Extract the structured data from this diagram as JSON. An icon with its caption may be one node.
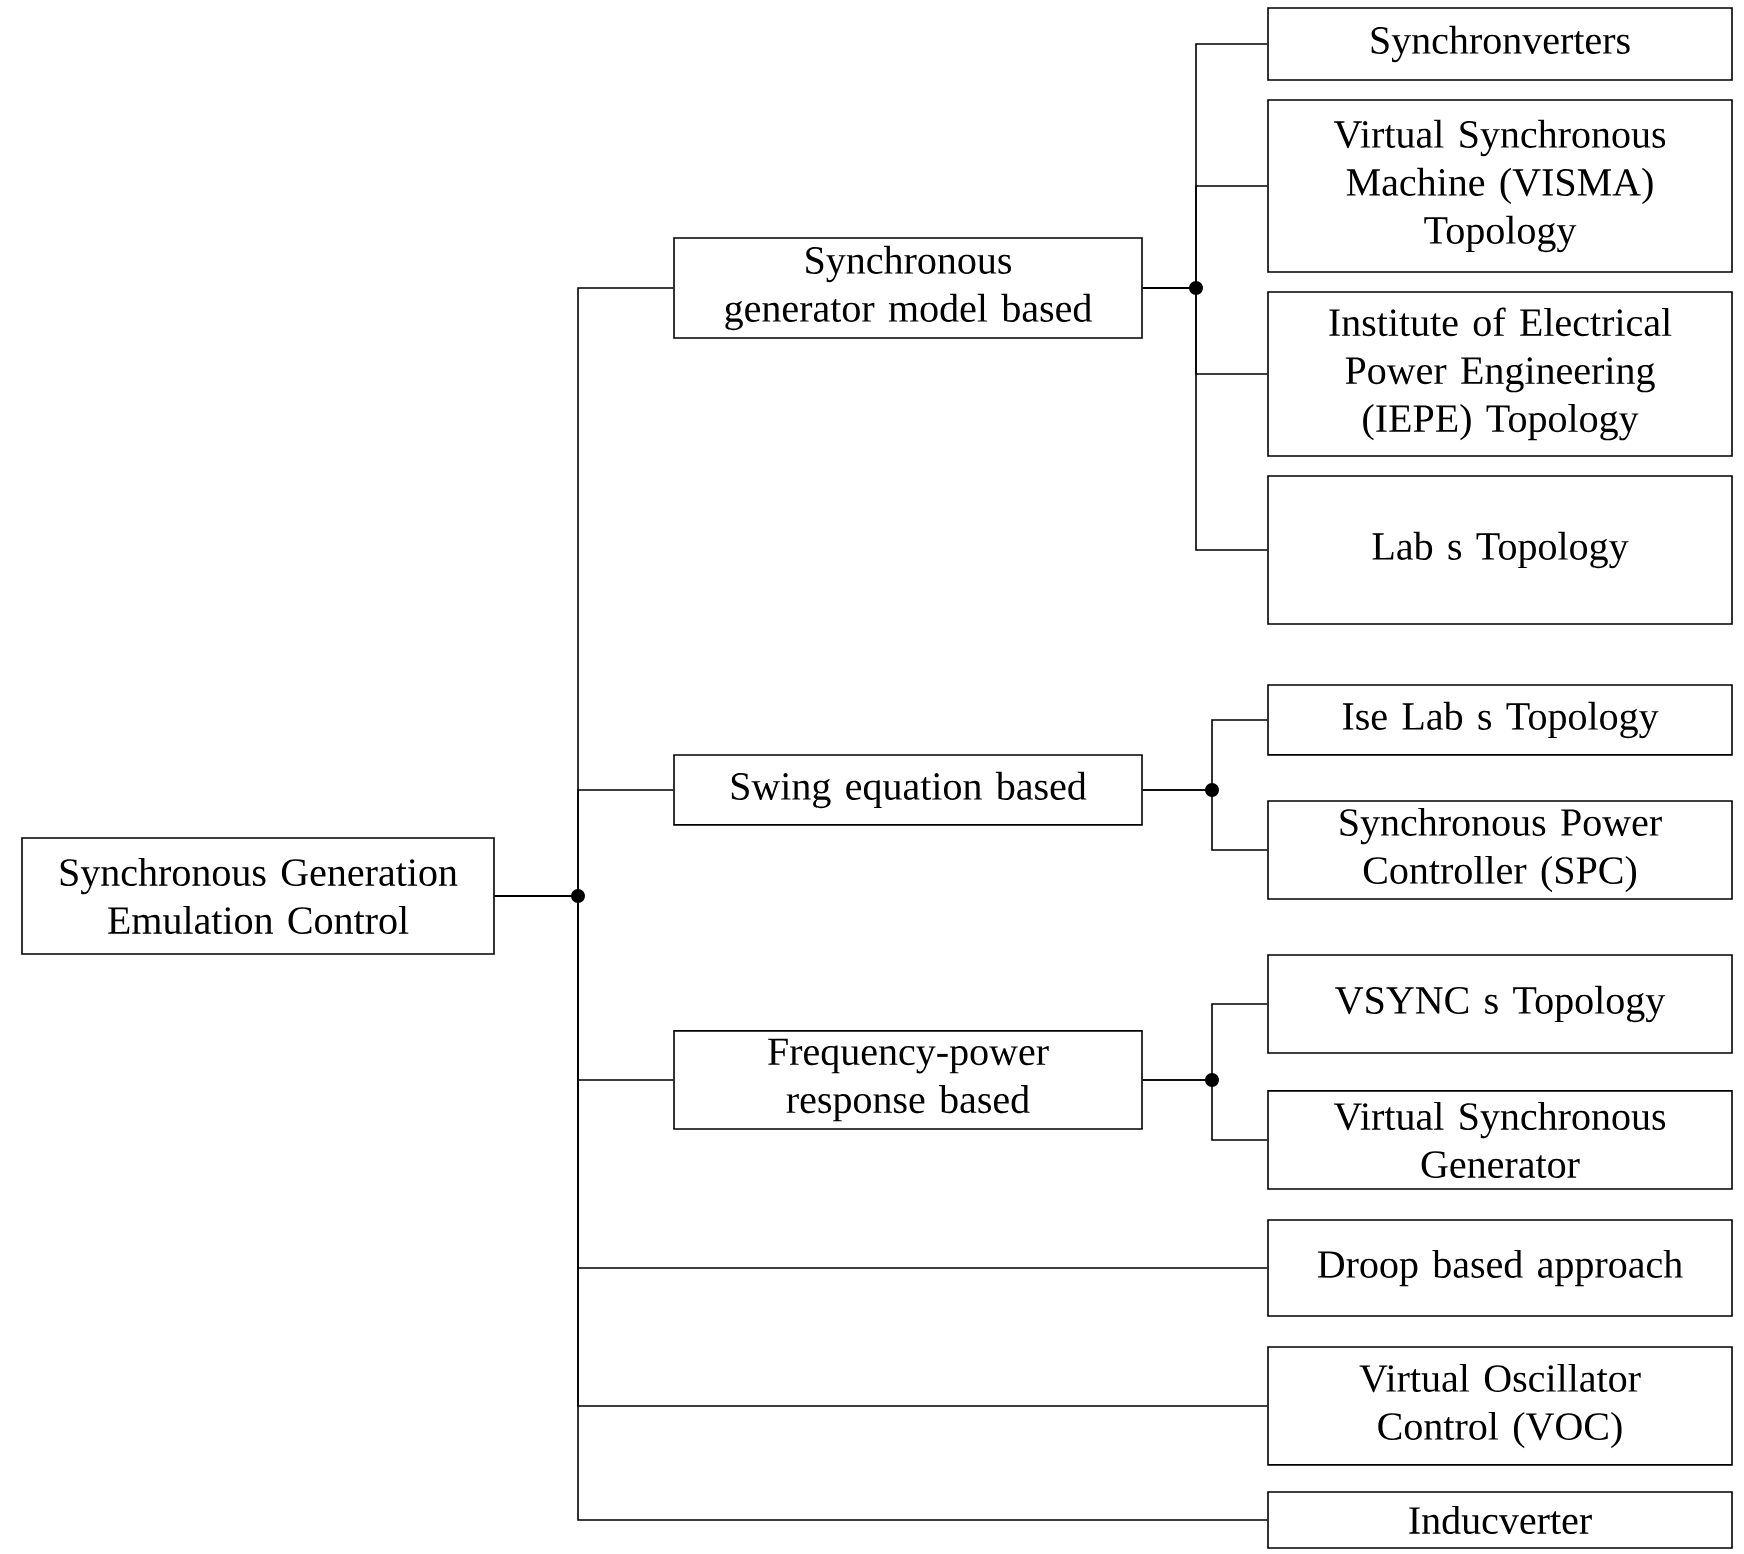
{
  "diagram": {
    "nodes": [
      {
        "text": [
          "Synchronous Generation Emulation Control"
        ]
      },
      {
        "text": [
          "Synchronous generator model based"
        ]
      },
      {
        "text": [
          "Swing equation based"
        ]
      },
      {
        "text": [
          "Frequency-power response based"
        ]
      },
      {
        "text": [
          "Synchronverters"
        ]
      },
      {
        "text": [
          "Virtual Synchronous Machine (VISMA) Topology"
        ]
      },
      {
        "text": [
          "Institute of Electrical Power Engineering (IEPE) Topology"
        ]
      },
      {
        "text": [
          "Lab s Topology"
        ]
      },
      {
        "text": [
          "Ise Lab s Topology"
        ]
      },
      {
        "text": [
          "Synchronous Power Controller (SPC)"
        ]
      },
      {
        "text": [
          "VSYNC s Topology"
        ]
      },
      {
        "text": [
          "Virtual Synchronous Generator"
        ]
      },
      {
        "text": [
          "Droop based approach"
        ]
      },
      {
        "text": [
          "Virtual Oscillator Control (VOC)"
        ]
      },
      {
        "text": [
          "Inducverter"
        ]
      }
    ],
    "edges": [
      {
        "from": 0,
        "to": 1,
        "arrow": "none"
      },
      {
        "from": 0,
        "to": 2,
        "arrow": "none"
      },
      {
        "from": 0,
        "to": 3,
        "arrow": "none"
      },
      {
        "from": 0,
        "to": 12,
        "arrow": "none"
      },
      {
        "from": 0,
        "to": 13,
        "arrow": "none"
      },
      {
        "from": 0,
        "to": 14,
        "arrow": "none"
      },
      {
        "from": 1,
        "to": 4,
        "arrow": "none"
      },
      {
        "from": 1,
        "to": 5,
        "arrow": "none"
      },
      {
        "from": 1,
        "to": 6,
        "arrow": "none"
      },
      {
        "from": 1,
        "to": 7,
        "arrow": "none"
      },
      {
        "from": 2,
        "to": 8,
        "arrow": "none"
      },
      {
        "from": 2,
        "to": 9,
        "arrow": "none"
      },
      {
        "from": 3,
        "to": 10,
        "arrow": "none"
      },
      {
        "from": 3,
        "to": 11,
        "arrow": "none"
      }
    ]
  }
}
